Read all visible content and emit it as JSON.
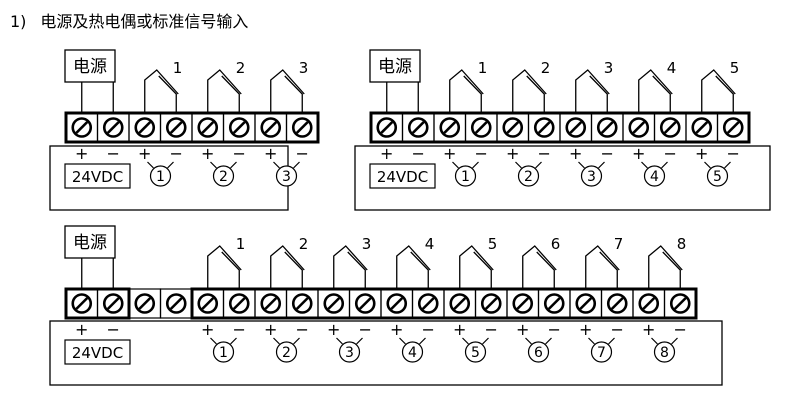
{
  "heading": {
    "number": "1)",
    "text": "电源及热电偶或标准信号输入"
  },
  "power_label": "电源",
  "voltage_label": "24VDC",
  "plus_sign": "+",
  "minus_sign": "−",
  "diagrams": [
    {
      "name": "diagram-3-channel",
      "channels": [
        "1",
        "2",
        "3"
      ]
    },
    {
      "name": "diagram-5-channel",
      "channels": [
        "1",
        "2",
        "3",
        "4",
        "5"
      ]
    },
    {
      "name": "diagram-8-channel",
      "channels": [
        "1",
        "2",
        "3",
        "4",
        "5",
        "6",
        "7",
        "8"
      ],
      "spare_terminals": 2
    }
  ]
}
